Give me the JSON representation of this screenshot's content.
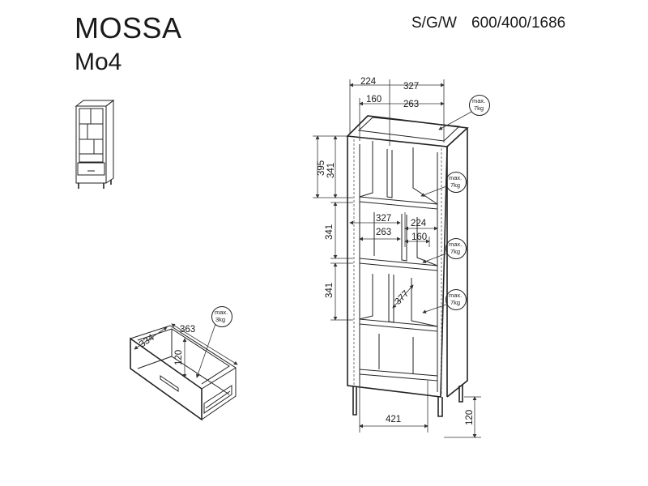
{
  "header": {
    "product_name": "MOSSA",
    "model_code": "Mo4",
    "variant": "S/G/W",
    "dimensions": "600/400/1686"
  },
  "cabinet": {
    "top_width_left": "224",
    "top_width_right": "327",
    "inner_width_left": "160",
    "inner_width_right": "263",
    "height_upper_total": "395",
    "height_upper_inner": "341",
    "height_middle": "341",
    "height_lower": "341",
    "mid_width_left": "327",
    "mid_width_right": "224",
    "mid_inner_left": "263",
    "mid_inner_right": "160",
    "shelf_depth": "377",
    "inner_width_bottom": "421",
    "leg_height": "120"
  },
  "drawer": {
    "depth": "334",
    "width": "363",
    "height": "120"
  },
  "load_labels": {
    "line1": "max.",
    "top": "7kg",
    "shelf": "7kg",
    "drawer": "3kg"
  }
}
